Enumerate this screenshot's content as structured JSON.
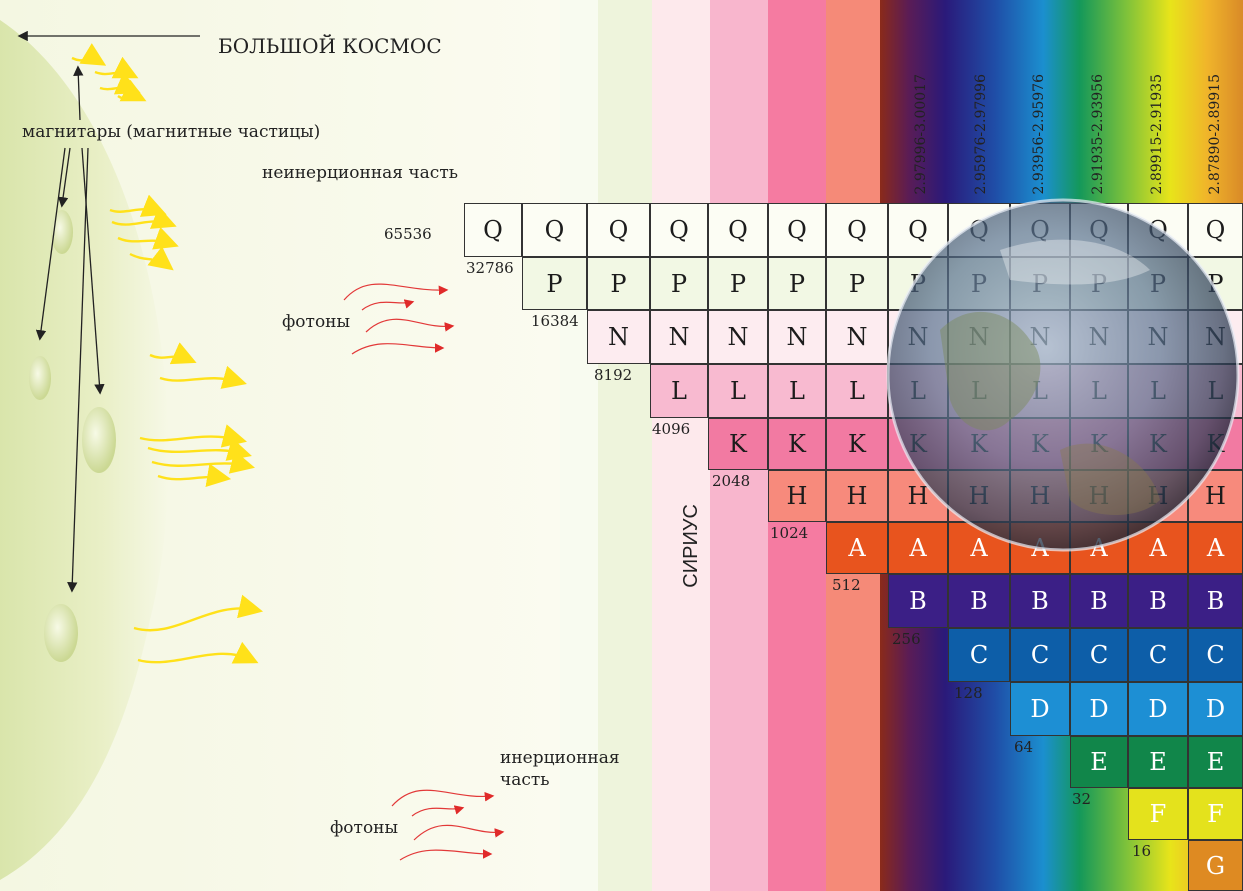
{
  "labels": {
    "big_cosmos": "БОЛЬШОЙ КОСМОС",
    "magnetars": "магнитары (магнитные частицы)",
    "noninertial": "неинерционная часть",
    "photons_top": "фотоны",
    "inertial_line1": "инерционная",
    "inertial_line2": "часть",
    "photons_bottom": "фотоны",
    "sirius": "СИРИУС"
  },
  "ranges": [
    "2.97996-3.00017",
    "2.95976-2.97996",
    "2.93956-2.95976",
    "2.91935-2.93956",
    "2.89915-2.91935",
    "2.87890-2.89915"
  ],
  "staircase": [
    {
      "letter": "Q",
      "value": "65536"
    },
    {
      "letter": "P",
      "value": "32786"
    },
    {
      "letter": "N",
      "value": "16384"
    },
    {
      "letter": "L",
      "value": "8192"
    },
    {
      "letter": "K",
      "value": "4096"
    },
    {
      "letter": "H",
      "value": "2048"
    },
    {
      "letter": "A",
      "value": "1024"
    },
    {
      "letter": "B",
      "value": "512"
    },
    {
      "letter": "C",
      "value": "256"
    },
    {
      "letter": "D",
      "value": "128"
    },
    {
      "letter": "E",
      "value": "64"
    },
    {
      "letter": "F",
      "value": "32"
    },
    {
      "letter": "G",
      "value": "16"
    }
  ],
  "colors": {
    "Q": "#fcfdf4",
    "P": "#f2f8e4",
    "N": "#fdecf0",
    "L": "#f8bad0",
    "K": "#f27aa2",
    "H": "#f78a7c",
    "A": "#e8541e",
    "B": "#3b1f86",
    "C": "#0d5ea8",
    "D": "#1d8fd4",
    "E": "#11864a",
    "F": "#e4e21c",
    "G": "#de8a22"
  }
}
